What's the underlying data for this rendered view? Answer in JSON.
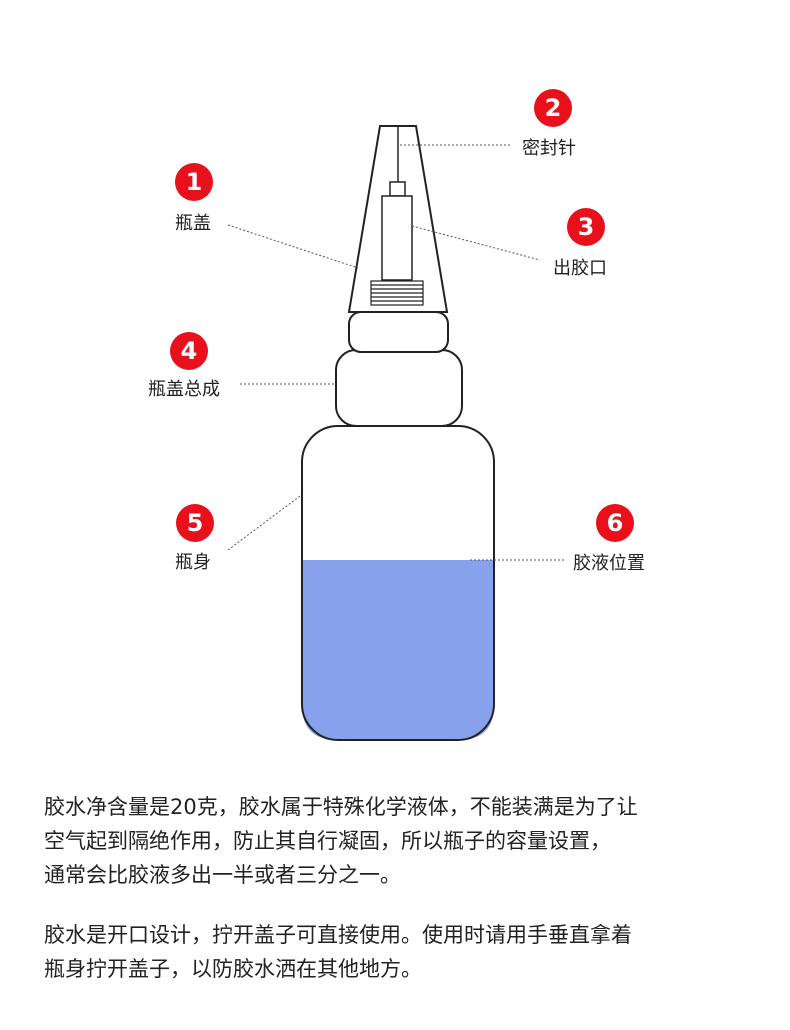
{
  "labels": [
    {
      "number": "1",
      "text": "瓶盖"
    },
    {
      "number": "2",
      "text": "密封针"
    },
    {
      "number": "3",
      "text": "出胶口"
    },
    {
      "number": "4",
      "text": "瓶盖总成"
    },
    {
      "number": "5",
      "text": "瓶身"
    },
    {
      "number": "6",
      "text": "胶液位置"
    }
  ],
  "colors": {
    "badge": "#e8111b",
    "liquid": "#87a1ec",
    "outline": "#222222",
    "leader": "#555555"
  },
  "paragraphs": [
    {
      "lines": [
        "胶水净含量是20克，胶水属于特殊化学液体，不能装满是为了让",
        "空气起到隔绝作用，防止其自行凝固，所以瓶子的容量设置，",
        "通常会比胶液多出一半或者三分之一。"
      ]
    },
    {
      "lines": [
        "胶水是开口设计，拧开盖子可直接使用。使用时请用手垂直拿着",
        "瓶身拧开盖子，以防胶水洒在其他地方。"
      ]
    }
  ]
}
